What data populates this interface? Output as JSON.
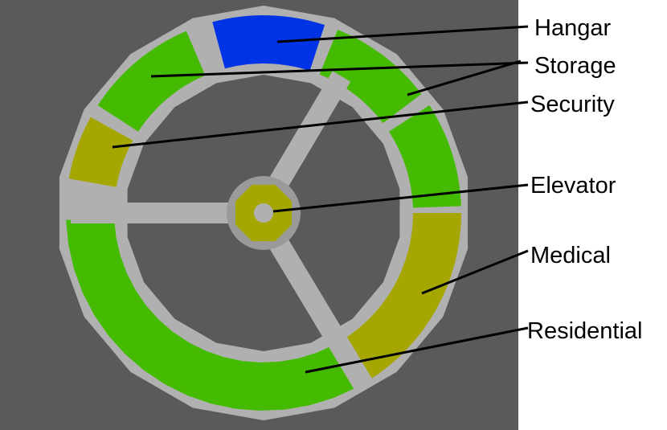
{
  "colors": {
    "background": "#5a5a5a",
    "frame": "#b0b0b0",
    "hub_ring": "#9a9a9a",
    "hangar": "#0033e6",
    "storage": "#44bb00",
    "security": "#a6a600",
    "elevator": "#a6a600",
    "medical": "#a6a600",
    "residential": "#44bb00",
    "leader_line": "#000000",
    "label_text": "#000000"
  },
  "labels": {
    "hangar": "Hangar",
    "storage": "Storage",
    "security": "Security",
    "elevator": "Elevator",
    "medical": "Medical",
    "residential": "Residential"
  }
}
